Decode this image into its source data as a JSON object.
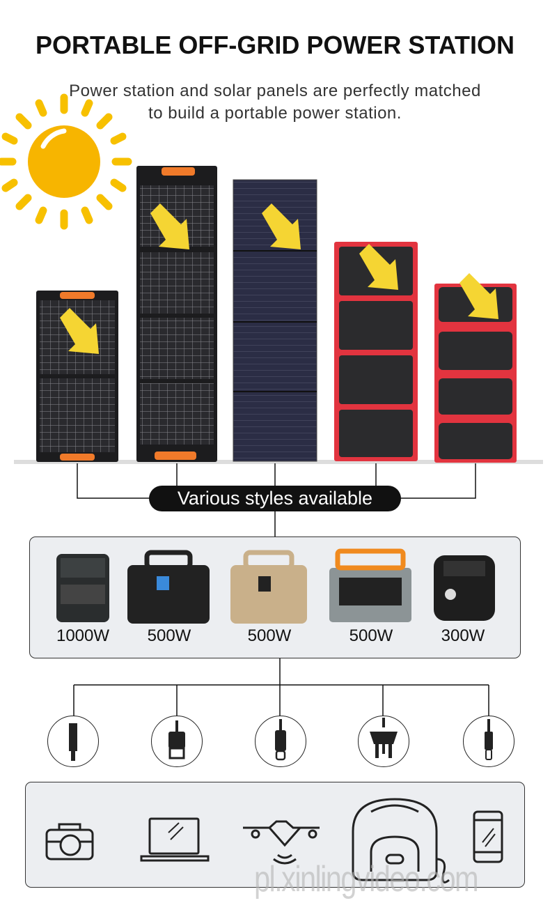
{
  "header": {
    "title": "PORTABLE OFF-GRID POWER STATION",
    "subtitle_lines": [
      "Power station and solar panels are perfectly matched",
      "to build a portable power station."
    ]
  },
  "panels_label": "Various styles available",
  "stations": [
    {
      "watt": "1000W"
    },
    {
      "watt": "500W"
    },
    {
      "watt": "500W"
    },
    {
      "watt": "500W"
    },
    {
      "watt": "300W"
    }
  ],
  "connectors": [
    "dc-barrel-plug-icon",
    "usb-a-plug-icon",
    "usb-c-plug-icon",
    "ac-plug-icon",
    "lightning-plug-icon"
  ],
  "devices": [
    "camera-icon",
    "laptop-icon",
    "drone-icon",
    "rice-cooker-icon",
    "smartphone-icon"
  ],
  "watermark": "pl.xinlingvideo.com",
  "colors": {
    "sun": "#f7b500",
    "arrow": "#f5d533",
    "handle": "#f07a2a",
    "red_frame": "#e2343f",
    "navy_panel": "#2b2d45"
  }
}
